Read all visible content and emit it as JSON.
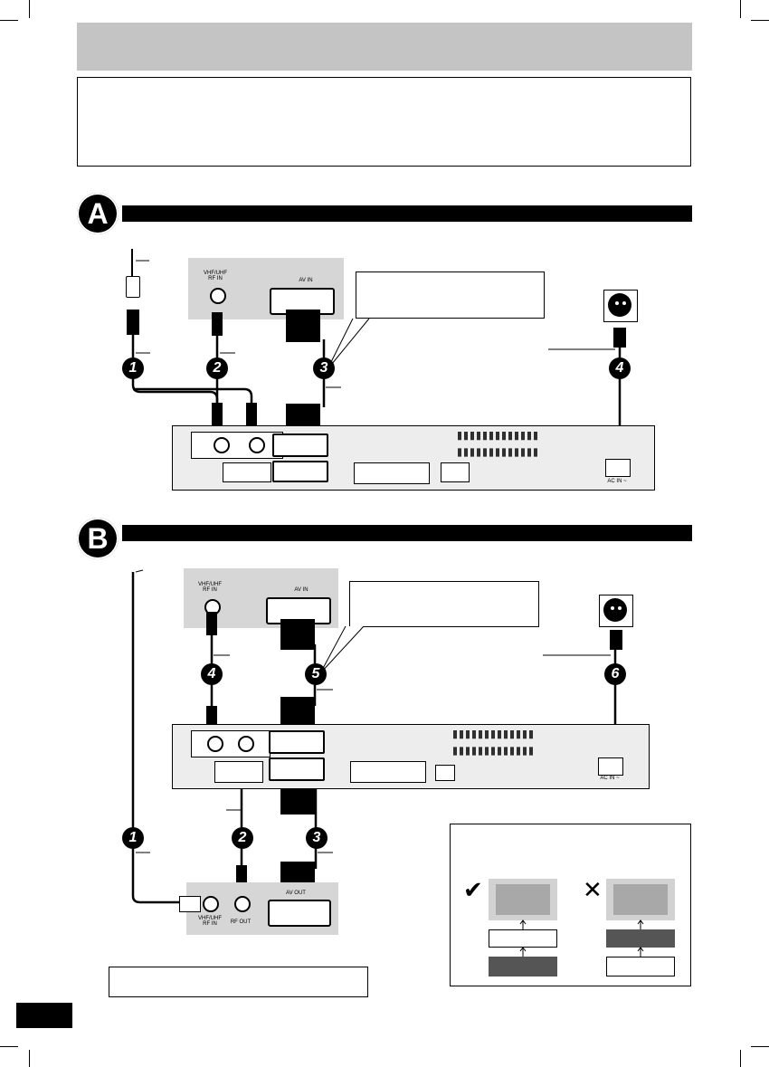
{
  "sections": {
    "a": {
      "letter": "A"
    },
    "b": {
      "letter": "B"
    }
  },
  "labels": {
    "tv_a_vhf": "VHF/UHF\nRF IN",
    "tv_a_avin": "AV IN",
    "tv_b_vhf": "VHF/UHF\nRF IN",
    "tv_b_avin": "AV IN",
    "dev_rf_in": "VHF/UHF\nRF IN",
    "dev_rf_out": "RF OUT",
    "dev_av_out": "AV OUT",
    "deck_ac_in": "AC IN ~"
  },
  "numbers_a": [
    "1",
    "2",
    "3",
    "4"
  ],
  "numbers_b": [
    "1",
    "2",
    "3",
    "4",
    "5",
    "6"
  ],
  "marks": {
    "ok": "✔",
    "ng": "✕"
  },
  "colors": {
    "header_gray": "#c4c4c4",
    "panel_gray": "#d6d6d6",
    "black": "#000000"
  }
}
